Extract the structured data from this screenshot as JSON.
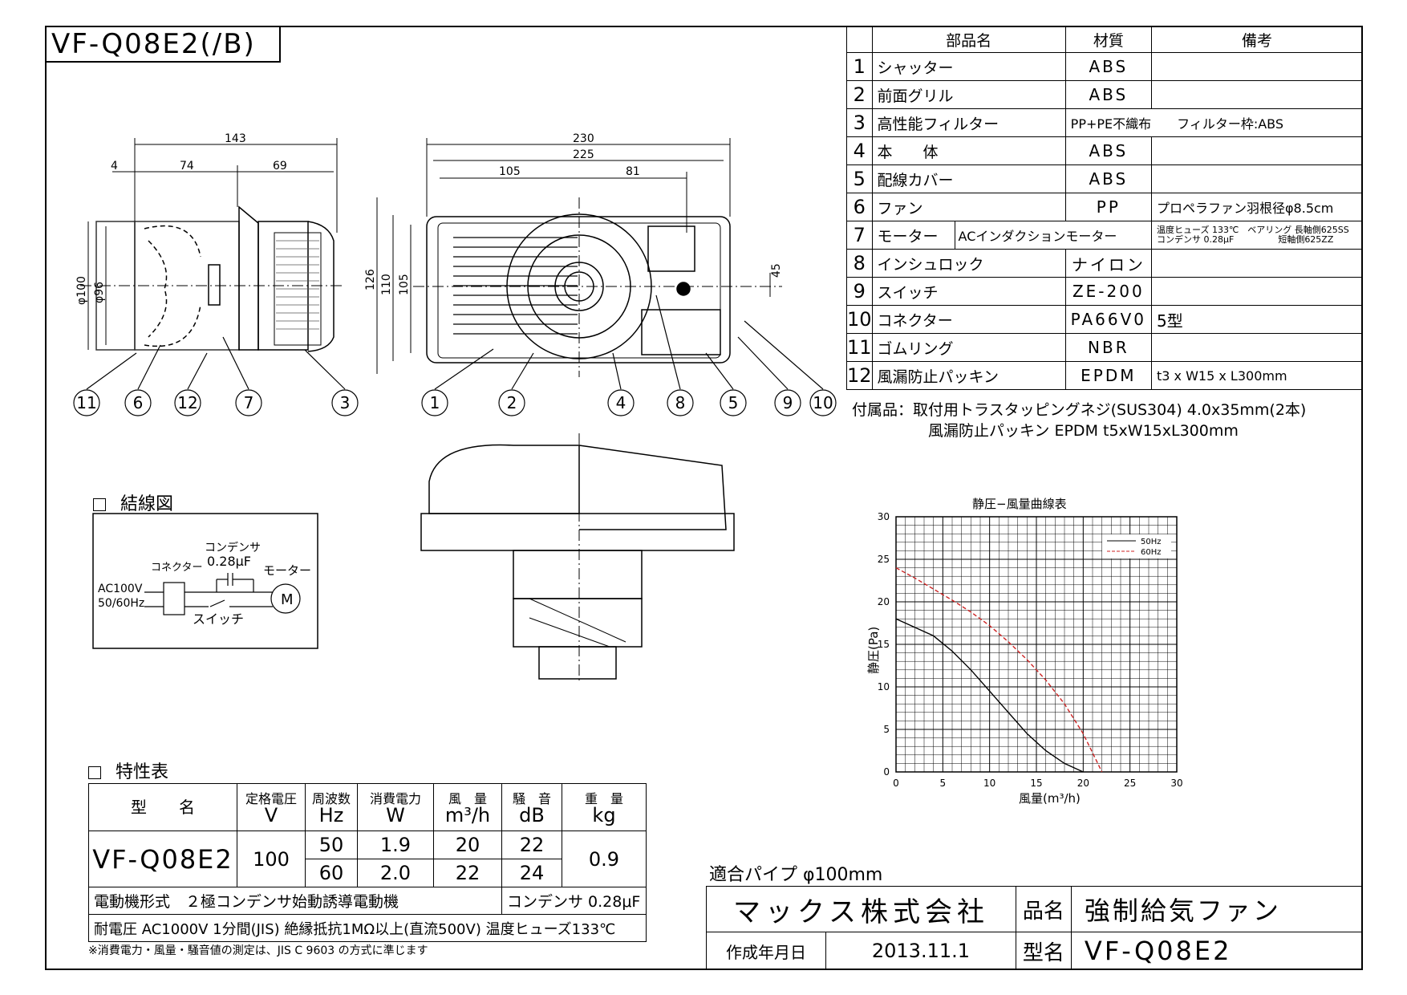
{
  "title": "VF-Q08E2(/B)",
  "parts_table": {
    "headers": [
      "部品名",
      "材質",
      "備考"
    ],
    "rows": [
      {
        "no": "1",
        "name": "シャッター",
        "material": "ABS",
        "note": ""
      },
      {
        "no": "2",
        "name": "前面グリル",
        "material": "ABS",
        "note": ""
      },
      {
        "no": "3",
        "name": "高性能フィルター",
        "material": "PP+PE不織布",
        "note": "フィルター枠:ABS"
      },
      {
        "no": "4",
        "name": "本　　体",
        "material": "ABS",
        "note": ""
      },
      {
        "no": "5",
        "name": "配線カバー",
        "material": "ABS",
        "note": ""
      },
      {
        "no": "6",
        "name": "ファン",
        "material": "PP",
        "note": "プロペラファン羽根径φ8.5cm"
      },
      {
        "no": "7",
        "name": "モーター",
        "material": "ACインダクションモーター",
        "note_line1": "温度ヒューズ 133℃　ベアリング 長軸側625SS",
        "note_line2": "コンデンサ 0.28μF　　　　　短軸側625ZZ"
      },
      {
        "no": "8",
        "name": "インシュロック",
        "material": "ナイロン",
        "note": ""
      },
      {
        "no": "9",
        "name": "スイッチ",
        "material": "ZE-200",
        "note": ""
      },
      {
        "no": "10",
        "name": "コネクター",
        "material": "PA66V0",
        "note": "5型"
      },
      {
        "no": "11",
        "name": "ゴムリング",
        "material": "NBR",
        "note": ""
      },
      {
        "no": "12",
        "name": "風漏防止パッキン",
        "material": "EPDM",
        "note": "t3 x W15 x L300mm"
      }
    ]
  },
  "accessories": {
    "line1": "付属品：取付用トラスタッピングネジ(SUS304) 4.0x35mm(2本)",
    "line2": "　　　　　風漏防止パッキン EPDM t5xW15xL300mm"
  },
  "dimensions": {
    "side": {
      "d143": "143",
      "d4": "4",
      "d74": "74",
      "d69": "69",
      "dia100": "φ100",
      "dia96": "φ96"
    },
    "front": {
      "d230": "230",
      "d225": "225",
      "d105": "105",
      "d81": "81",
      "d126": "126",
      "d110": "110",
      "d105v": "105",
      "d45": "45"
    }
  },
  "callouts": [
    "11",
    "6",
    "12",
    "7",
    "3",
    "1",
    "2",
    "4",
    "8",
    "5",
    "9",
    "10"
  ],
  "wiring": {
    "title": "結線図",
    "connector": "コネクター",
    "condenser": "コンデンサ",
    "condenser_value": "0.28μF",
    "motor": "モーター",
    "motor_symbol": "M",
    "power": "AC100V",
    "freq": "50/60Hz",
    "switch": "スイッチ"
  },
  "characteristics": {
    "title": "特性表",
    "headers": {
      "model": "型　　名",
      "voltage": "定格電圧",
      "voltage_unit": "V",
      "freq": "周波数",
      "freq_unit": "Hz",
      "power": "消費電力",
      "power_unit": "W",
      "airflow": "風　量",
      "airflow_unit": "m³/h",
      "noise": "騒　音",
      "noise_unit": "dB",
      "weight": "重　量",
      "weight_unit": "kg"
    },
    "model": "VF-Q08E2",
    "voltage": "100",
    "weight": "0.9",
    "rows": [
      {
        "hz": "50",
        "w": "1.9",
        "flow": "20",
        "db": "22"
      },
      {
        "hz": "60",
        "w": "2.0",
        "flow": "22",
        "db": "24"
      }
    ],
    "motor_type": "電動機形式　２極コンデンサ始動誘導電動機",
    "condenser": "コンデンサ 0.28μF",
    "withstand": "耐電圧 AC1000V 1分間(JIS) 絶縁抵抗1MΩ以上(直流500V) 温度ヒューズ133℃",
    "footnote": "※消費電力・風量・騒音値の測定は、JIS C 9603 の方式に準じます"
  },
  "pipe": "適合パイプ φ100mm",
  "title_block": {
    "company": "マックス株式会社",
    "product_label": "品名",
    "product": "強制給気ファン",
    "date_label": "作成年月日",
    "date": "2013.11.1",
    "model_label": "型名",
    "model": "VF-Q08E2"
  },
  "chart_data": {
    "type": "line",
    "title": "静圧−風量曲線表",
    "xlabel": "風量(m³/h)",
    "ylabel": "静圧(Pa)",
    "xlim": [
      0,
      30
    ],
    "ylim": [
      0,
      30
    ],
    "xticks": [
      "0",
      "5",
      "10",
      "15",
      "20",
      "25",
      "30"
    ],
    "yticks": [
      "0",
      "5",
      "10",
      "15",
      "20",
      "25",
      "30"
    ],
    "grid": true,
    "legend_position": "top-right",
    "series": [
      {
        "name": "50Hz",
        "color": "#000000",
        "x": [
          0,
          2,
          4,
          6,
          8,
          10,
          12,
          14,
          16,
          18,
          20
        ],
        "y": [
          18,
          17,
          16,
          14.2,
          12,
          9.5,
          7,
          4.5,
          2.5,
          1,
          0
        ]
      },
      {
        "name": "60Hz",
        "color": "#cc2222",
        "x": [
          0,
          2,
          4,
          6,
          8,
          10,
          12,
          14,
          16,
          18,
          20,
          22
        ],
        "y": [
          24,
          22.8,
          21.5,
          20.2,
          18.8,
          17.2,
          15.3,
          13.2,
          10.8,
          8,
          4.5,
          0
        ]
      }
    ]
  }
}
